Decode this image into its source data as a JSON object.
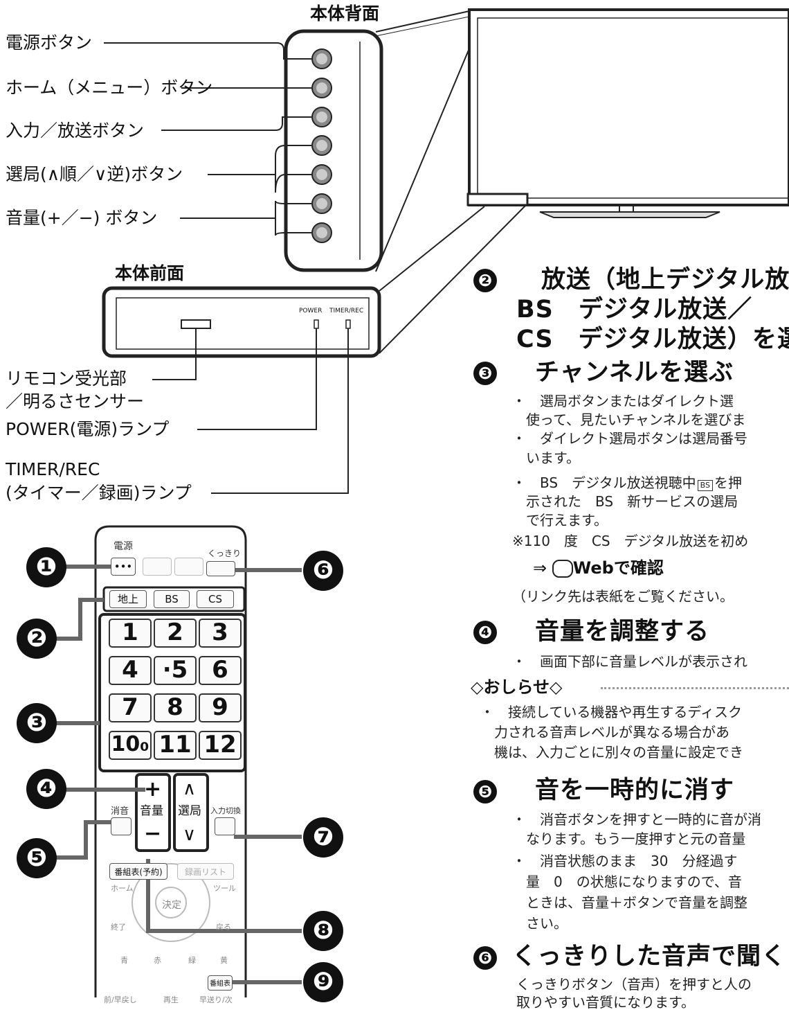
{
  "back_panel": {
    "title": "本体背面",
    "labels": [
      "電源ボタン",
      "ホーム（メニュー）ボタン",
      "入力／放送ボタン",
      "選局(∧順／∨逆)ボタン",
      "音量(+／−) ボタン"
    ]
  },
  "front_panel": {
    "title": "本体前面",
    "power_text": "POWER",
    "timer_text": "TIMER/REC",
    "labels": {
      "sensor_1": "リモコン受光部",
      "sensor_2": "／明るさセンサー",
      "power": "POWER(電源)ランプ",
      "timer_1": "TIMER/REC",
      "timer_2": "(タイマー／録画)ランプ"
    }
  },
  "remote": {
    "top_labels": {
      "power": "電源",
      "kukkiri": "くっきり",
      "dots": "•••"
    },
    "broadcast": [
      "地上",
      "BS",
      "CS"
    ],
    "numbers": [
      "1",
      "2",
      "3",
      "4",
      "·5",
      "6",
      "7",
      "8",
      "9",
      "10₀",
      "11",
      "12"
    ],
    "volume": {
      "plus": "+",
      "label": "音量",
      "minus": "−"
    },
    "channel": {
      "up": "∧",
      "label": "選局",
      "down": "∨"
    },
    "mute": "消音",
    "input": "入力切換",
    "guide": "番組表(予約)",
    "rec_list": "録画リスト",
    "home": "ホーム",
    "tool": "ツール",
    "enter": "決定",
    "back": "戻る",
    "end": "終了",
    "colors": [
      "青",
      "赤",
      "緑",
      "黄"
    ],
    "guide2": "番組表",
    "bottom": [
      "前/早戻し",
      "再生",
      "早送り/次"
    ]
  },
  "badges": [
    "❶",
    "❷",
    "❸",
    "❹",
    "❺",
    "❻",
    "❼",
    "❽",
    "❾"
  ],
  "right": {
    "s2": {
      "badge": "❷",
      "line1": "放送（地上デジタル放",
      "line2": "BS　デジタル放送／",
      "line3": "CS　デジタル放送）を選"
    },
    "s3": {
      "badge": "❸",
      "title": "チャンネルを選ぶ",
      "bullets": [
        "・　選局ボタンまたはダイレクト選",
        "　使って、見たいチャンネルを選びま",
        "・　ダイレクト選局ボタンは選局番号",
        "　います。",
        "・　BS　デジタル放送視聴中",
        "　示された　BS　新サービスの選局",
        "　で行えます。",
        "※110　度　CS　デジタル放送を初め"
      ],
      "bs_badge": "BS",
      "bs_after": "を押",
      "web_arrow": "⇒",
      "web_text": "Webで確認",
      "link_note": "（リンク先は表紙をご覧ください。"
    },
    "s4": {
      "badge": "❹",
      "title": "音量を調整する",
      "bullet": "・　画面下部に音量レベルが表示され"
    },
    "notice": {
      "title": "◇おしらせ◇",
      "lines": [
        "・　接続している機器や再生するディスク",
        "　力される音声レベルが異なる場合があ",
        "　機は、入力ごとに別々の音量に設定でき"
      ]
    },
    "s5": {
      "badge": "❺",
      "title": "音を一時的に消す",
      "lines": [
        "・　消音ボタンを押すと一時的に音が消",
        "　なります。もう一度押すと元の音量",
        "・　消音状態のまま　30　分経過す",
        "　量　0　の状態になりますので、音",
        "　ときは、音量＋ボタンで音量を調整",
        "　さい。"
      ]
    },
    "s6": {
      "badge": "❻",
      "title": "くっきりした音声で聞く",
      "lines": [
        "くっきりボタン（音声）を押すと人の",
        "取りやすい音質になります。"
      ]
    }
  }
}
